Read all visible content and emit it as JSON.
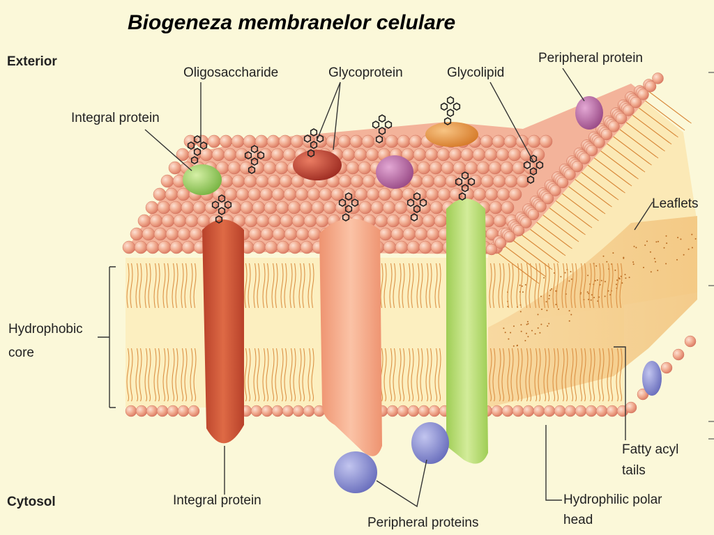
{
  "title": "Biogeneza membranelor celulare",
  "labels": {
    "exterior": "Exterior",
    "cytosol": "Cytosol",
    "integral_protein_top": "Integral protein",
    "oligosaccharide": "Oligosaccharide",
    "glycoprotein": "Glycoprotein",
    "glycolipid": "Glycolipid",
    "peripheral_protein_top": "Peripheral protein",
    "leaflets": "Leaflets",
    "hydrophobic": "Hydrophobic",
    "core": "core",
    "fatty_acyl_1": "Fatty acyl",
    "fatty_acyl_2": "tails",
    "integral_protein_bottom": "Integral protein",
    "peripheral_proteins_bottom": "Peripheral proteins",
    "hydrophilic_1": "Hydrophilic polar",
    "hydrophilic_2": "head"
  },
  "colors": {
    "background": "#fbf8d9",
    "lipid_head": "#f0a98d",
    "lipid_head_dark": "#d96f5c",
    "tail": "#d98a3c",
    "integral_protein_red": "#cf5a3b",
    "integral_protein_orange": "#f4a07f",
    "integral_protein_green": "#b5d96b",
    "green_protein_top": "#9bcc5c",
    "glycoprotein_red": "#b8382a",
    "orange_protein": "#e8933e",
    "purple_protein": "#b0609c",
    "blue_protein": "#7f84c9"
  }
}
